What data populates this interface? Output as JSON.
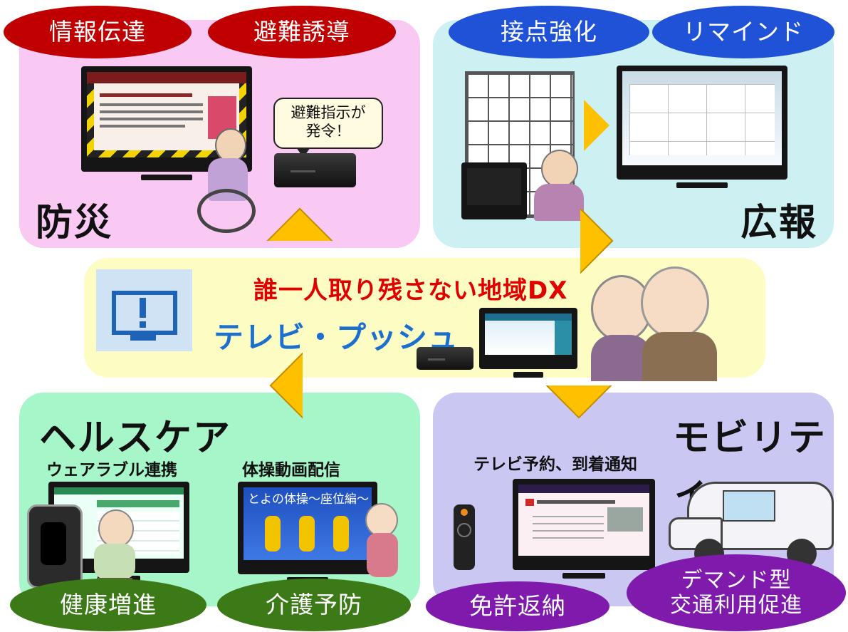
{
  "center": {
    "headline": "誰一人取り残さない地域DX",
    "service": "テレビ・プッシュ"
  },
  "bosai": {
    "title": "防災",
    "tags": [
      "情報伝達",
      "避難誘導"
    ],
    "bubble": "避難指示が\n発令！"
  },
  "koho": {
    "title": "広報",
    "tags": [
      "接点強化",
      "リマインド"
    ]
  },
  "healthcare": {
    "title": "ヘルスケア",
    "captions": [
      "ウェアラブル連携",
      "体操動画配信"
    ],
    "video_title": "とよの体操〜座位編〜",
    "tags": [
      "健康増進",
      "介護予防"
    ]
  },
  "mobility": {
    "title": "モビリティ",
    "caption": "テレビ予約、到着通知",
    "tags": [
      "免許返納",
      "デマンド型\n交通利用促進"
    ]
  },
  "colors": {
    "bosai_panel": "#f9c9f3",
    "koho_panel": "#cdf1f3",
    "health_panel": "#a6f6c9",
    "mobility_panel": "#cac7f3",
    "center_panel": "#fdfcc3",
    "red_oval": "#c00000",
    "blue_oval": "#1f52d6",
    "green_oval": "#3c7a18",
    "purple_oval": "#7f1aad",
    "arrow": "#ffc000",
    "headline": "#e00000",
    "service": "#1a6fcf"
  },
  "icons": [
    "alert-tv-icon",
    "set-top-box-icon",
    "arrow-icon",
    "tv-icon",
    "remote-icon",
    "car-icon"
  ]
}
